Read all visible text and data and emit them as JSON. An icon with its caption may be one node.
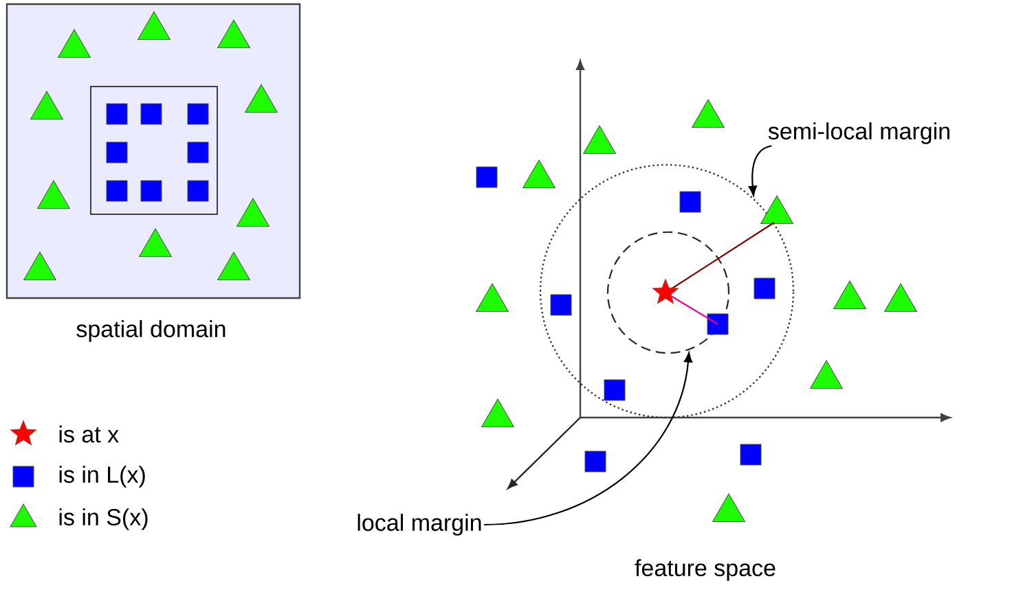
{
  "diagram": {
    "nodes": [
      {
        "text": [
          "semi-local margin"
        ]
      },
      {
        "text": [],
        "shape": "circle"
      },
      {
        "text": [
          "local margin"
        ]
      },
      {
        "text": [],
        "shape": "circle",
        "in": 1
      }
    ],
    "edges": [
      {
        "from": 0,
        "to": 1,
        "arrow": "to"
      },
      {
        "from": 2,
        "to": 3,
        "arrow": "to"
      }
    ],
    "labels": [
      "spatial domain",
      "feature space"
    ],
    "legend": [
      {
        "text": "is at x"
      },
      {
        "text": "is in L(x)"
      },
      {
        "text": "is in S(x)"
      }
    ]
  }
}
